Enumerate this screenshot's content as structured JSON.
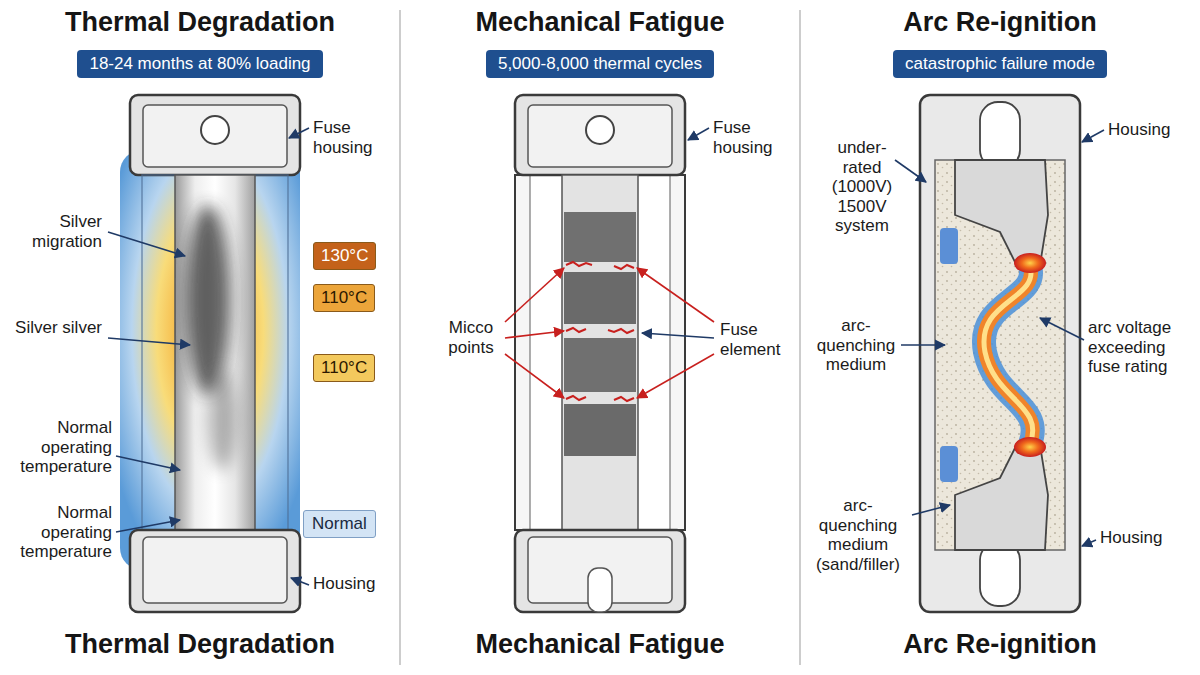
{
  "diagram": {
    "nodes": [
      {
        "text": [
          "18-24 months at 80% loading"
        ]
      },
      {
        "text": [
          "130°C"
        ]
      },
      {
        "text": [
          "110°C"
        ]
      },
      {
        "text": [
          "110°C"
        ]
      },
      {
        "text": [
          "Normal"
        ]
      },
      {
        "text": [
          "5,000-8,000 thermal cycles"
        ]
      },
      {
        "text": [
          "catastrophic failure mode"
        ]
      }
    ],
    "labels": [
      "Thermal Degradation",
      "Fuse housing",
      "Silver migration",
      "Silver silver",
      "Normal operating temperature",
      "Normal operating temperature",
      "Housing",
      "Thermal Degradation",
      "Mechanical Fatigue",
      "Fuse housing",
      "Micco points",
      "Fuse element",
      "Mechanical Fatigue",
      "Arc Re-ignition",
      "under-rated (1000V) 1500V system",
      "Housing",
      "arc-quenching medium",
      "arc voltage exceeding fuse rating",
      "arc-quenching medium (sand/filler)",
      "Housing",
      "Arc Re-ignition"
    ]
  }
}
